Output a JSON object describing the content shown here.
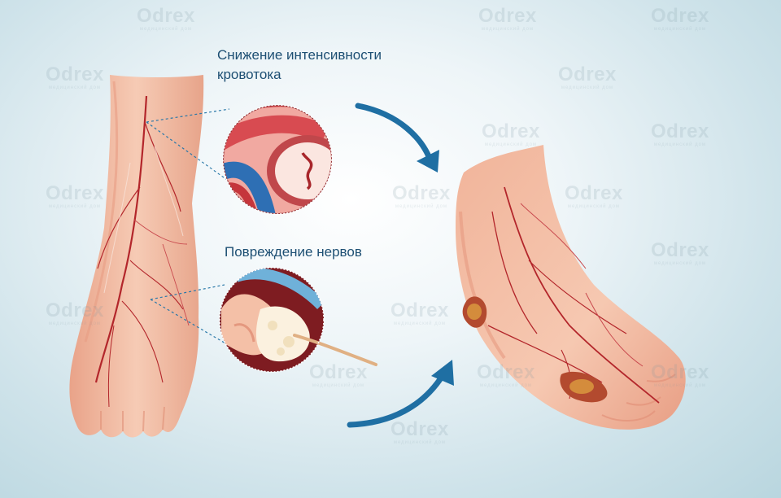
{
  "labels": {
    "blood_flow_line1": "Снижение интенсивности",
    "blood_flow_line2": "кровотока",
    "nerve_damage": "Повреждение нервов"
  },
  "watermark": {
    "name": "Odrex",
    "subtitle": "медицинский дом"
  },
  "colors": {
    "skin": "#f3c2aa",
    "skin_shadow": "#e7a48a",
    "vein": "#b3262b",
    "arrow": "#1f6fa3",
    "label_text": "#1d4f73",
    "artery_blue": "#2e6fb4",
    "ulcer": "#c4733a"
  },
  "icons": [
    "blood-vessel-cross-section-icon",
    "nerve-damage-icon",
    "curved-arrow-icon"
  ]
}
